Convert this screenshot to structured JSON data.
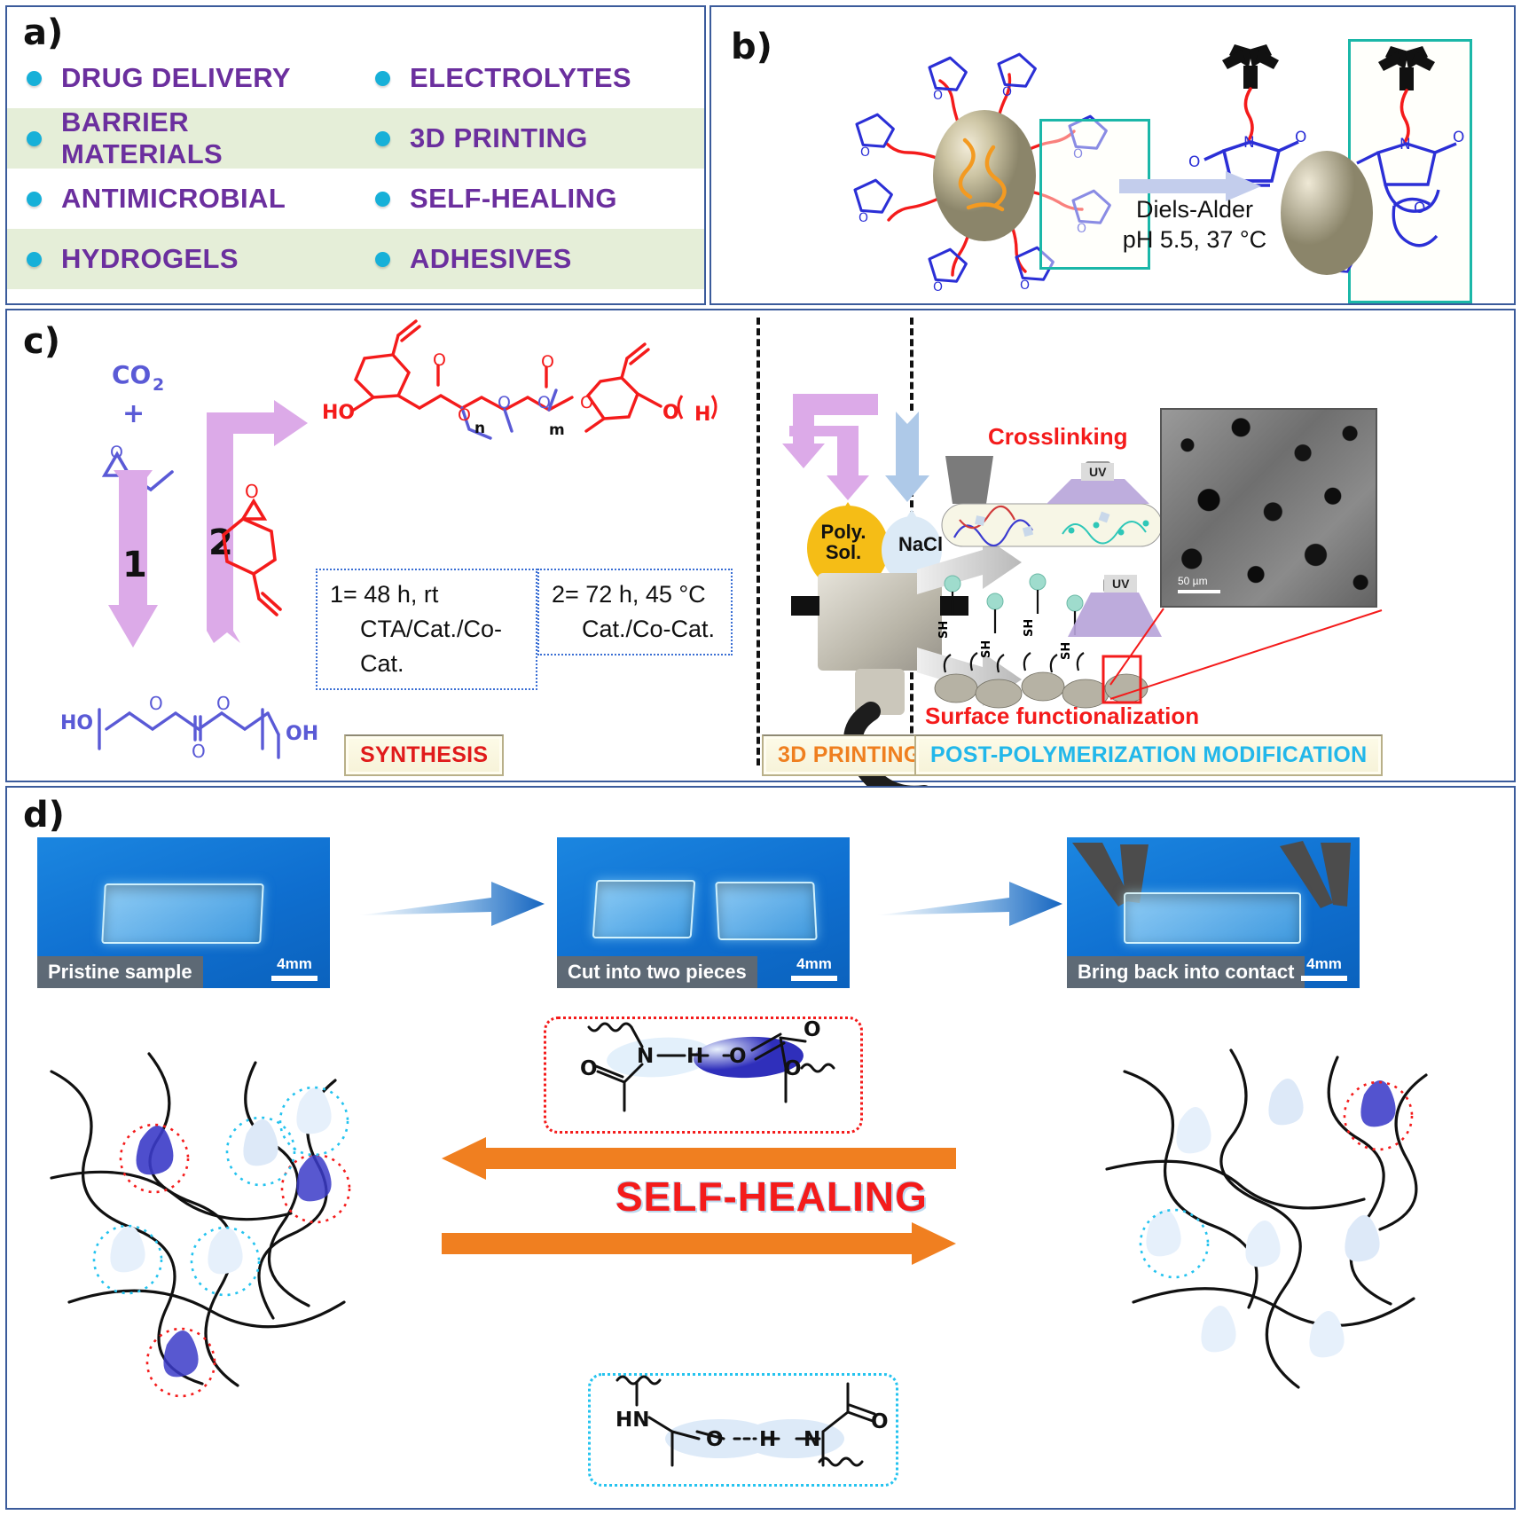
{
  "panels": {
    "a": {
      "letter": "a)",
      "applications": [
        {
          "left": "DRUG DELIVERY",
          "right": "ELECTROLYTES"
        },
        {
          "left": "BARRIER MATERIALS",
          "right": "3D PRINTING"
        },
        {
          "left": "ANTIMICROBIAL",
          "right": "SELF-HEALING"
        },
        {
          "left": "HYDROGELS",
          "right": "ADHESIVES"
        }
      ],
      "colors": {
        "label": "#6b2f9e",
        "bullet": "#17b0d8",
        "row_shade": "#e5eed8"
      }
    },
    "b": {
      "letter": "b)",
      "reaction_name": "Diels-Alder",
      "reaction_conditions": "pH 5.5, 37 °C",
      "atom_labels": {
        "oxygen": "O",
        "nitrogen": "N"
      },
      "colors": {
        "furan": "#2b2fd6",
        "tether": "#f41b1b",
        "highlight_box": "#1bb7a8"
      }
    },
    "c": {
      "letter": "c)",
      "reagents": {
        "co2": "CO",
        "co2_sub": "2",
        "plus": "+"
      },
      "steps": {
        "one": "1",
        "two": "2"
      },
      "subscripts": {
        "n": "n",
        "m": "m"
      },
      "end_groups": {
        "ho": "HO",
        "oh": "OH",
        "h": "H"
      },
      "conditions": [
        {
          "line1": "1= 48 h, rt",
          "line2": "CTA/Cat./Co-Cat."
        },
        {
          "line1": "2= 72 h, 45 °C",
          "line2": "Cat./Co-Cat."
        }
      ],
      "printing": {
        "poly_label_l1": "Poly.",
        "poly_label_l2": "Sol.",
        "nacl_label": "NaCl",
        "uv_label": "UV",
        "sh_label": "SH"
      },
      "annotations": {
        "crosslinking": "Crosslinking",
        "surface_functionalization": "Surface functionalization",
        "sem_scale": "50 µm"
      },
      "tags": {
        "synthesis": "SYNTHESIS",
        "printing": "3D PRINTING",
        "post_mod": "POST-POLYMERIZATION MODIFICATION"
      },
      "colors": {
        "synthesis": "#e01b1b",
        "printing": "#ef7f1f",
        "post_mod": "#22b7ea",
        "polymer_red": "#f41b1b",
        "polymer_blue": "#5a5ad6",
        "arrow_purple": "#d9a6e8"
      }
    },
    "d": {
      "letter": "d)",
      "photos": [
        {
          "caption": "Pristine sample",
          "scale": "4mm"
        },
        {
          "caption": "Cut into two pieces",
          "scale": "4mm"
        },
        {
          "caption": "Bring back into contact",
          "scale": "4mm"
        }
      ],
      "self_healing_label": "SELF-HEALING",
      "hbond_top": {
        "atoms": [
          "O",
          "N",
          "H",
          "O",
          "O",
          "O"
        ]
      },
      "hbond_bottom": {
        "atoms": [
          "HN",
          "O",
          "H",
          "N",
          "O"
        ]
      },
      "colors": {
        "self_healing_text": "#f41b1b",
        "arrow": "#f07f20",
        "box_top": "#f41b1b",
        "box_bottom": "#24c3ef",
        "photo_bg": "#0f74d4"
      }
    }
  }
}
